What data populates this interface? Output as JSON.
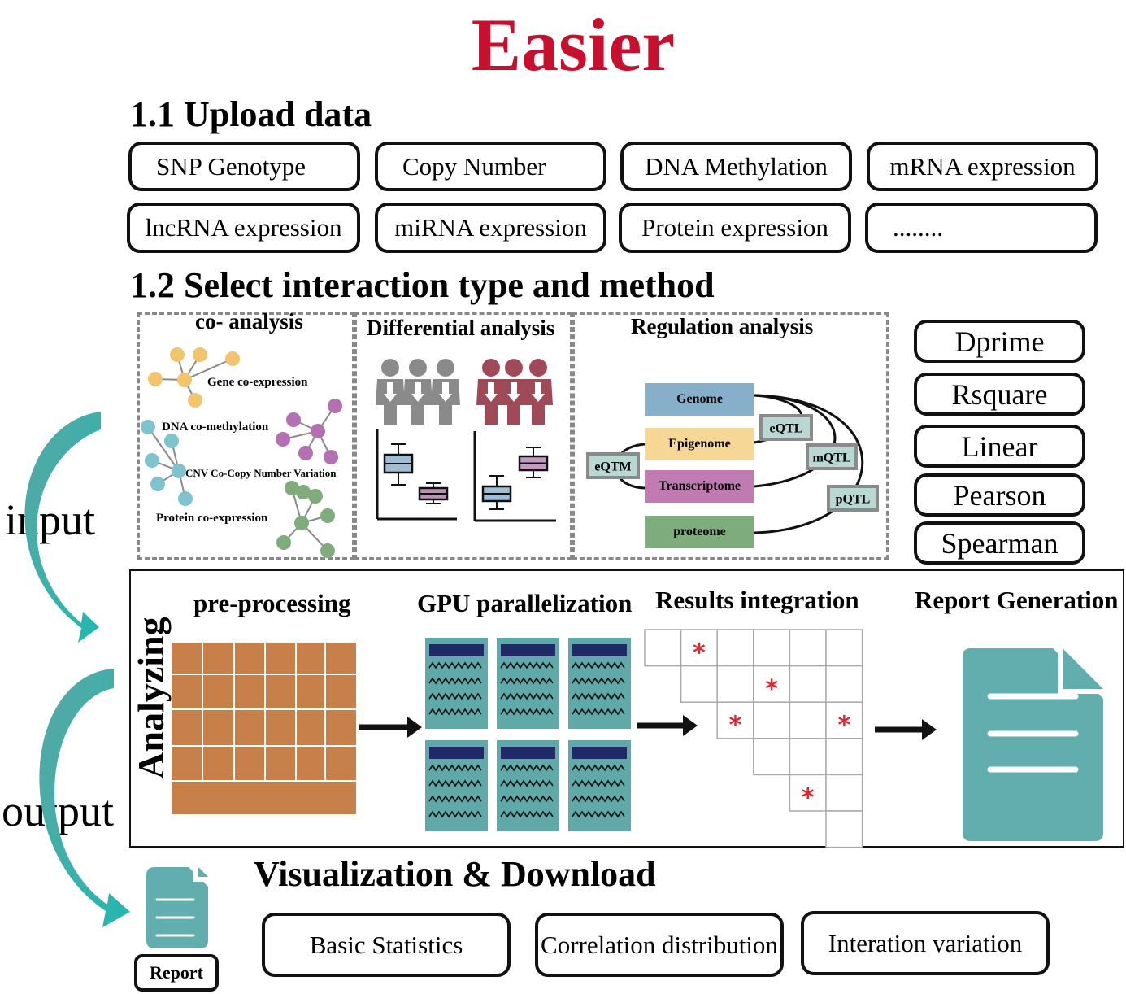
{
  "title": "Easier",
  "upload": {
    "heading": "1.1 Upload data",
    "items": [
      "SNP Genotype",
      "Copy Number",
      "DNA Methylation",
      "mRNA expression",
      "lncRNA expression",
      "miRNA expression",
      "Protein expression",
      "........"
    ]
  },
  "select": {
    "heading": "1.2 Select interaction type and method",
    "co_analysis": {
      "title": "co- analysis",
      "labels": [
        "Gene co-expression",
        "DNA co-methylation",
        "CNV Co-Copy Number Variation",
        "Protein co-expression"
      ]
    },
    "differential": {
      "title": "Differential analysis"
    },
    "regulation": {
      "title": "Regulation analysis",
      "omics": [
        "Genome",
        "Epigenome",
        "Transcriptome",
        "proteome"
      ],
      "qtls": [
        "eQTL",
        "mQTL",
        "pQTL",
        "eQTM"
      ]
    },
    "methods": [
      "Dprime",
      "Rsquare",
      "Linear",
      "Pearson",
      "Spearman"
    ]
  },
  "flow": {
    "input": "input",
    "output": "output",
    "analyzing": "Analyzing"
  },
  "stages": [
    "pre-processing",
    "GPU parallelization",
    "Results integration",
    "Report Generation"
  ],
  "visualization": {
    "heading": "Visualization & Download",
    "report_label": "Report",
    "items": [
      "Basic Statistics",
      "Correlation distribution",
      "Interation variation"
    ]
  },
  "colors": {
    "title": "#c8102e",
    "teal": "#62aeae",
    "orange": "#c8804a",
    "navy": "#1f2a66",
    "gray_person": "#8a8a8a",
    "red_person": "#a04a58"
  }
}
